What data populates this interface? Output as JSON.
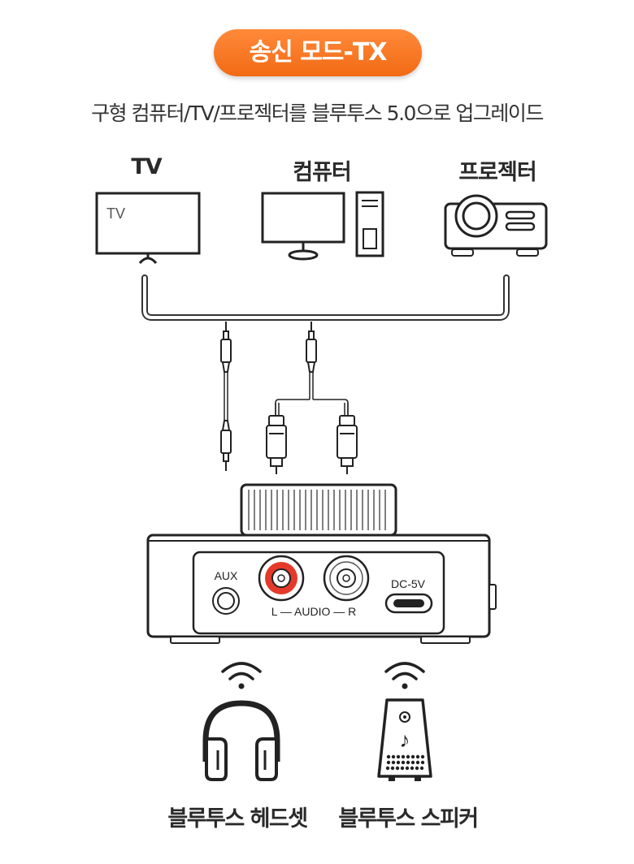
{
  "badge": {
    "text": "송신 모드-TX",
    "color": "#f47520"
  },
  "subtitle": "구형 컴퓨터/TV/프로젝터를 블루투스 5.0으로 업그레이드",
  "sources": {
    "tv": {
      "label": "TV",
      "screen_text": "TV",
      "icon": "tv-icon"
    },
    "computer": {
      "label": "컴퓨터",
      "icon": "computer-icon"
    },
    "projector": {
      "label": "프로젝터",
      "icon": "projector-icon"
    }
  },
  "device": {
    "aux_label": "AUX",
    "audio_label": "L — AUDIO — R",
    "dc_label": "DC-5V",
    "rca_left_color": "#e53a2a"
  },
  "outputs": {
    "headset": {
      "label": "블루투스 헤드셋",
      "icon": "headphones-icon"
    },
    "speaker": {
      "label": "블루투스 스피커",
      "icon": "speaker-icon"
    }
  }
}
